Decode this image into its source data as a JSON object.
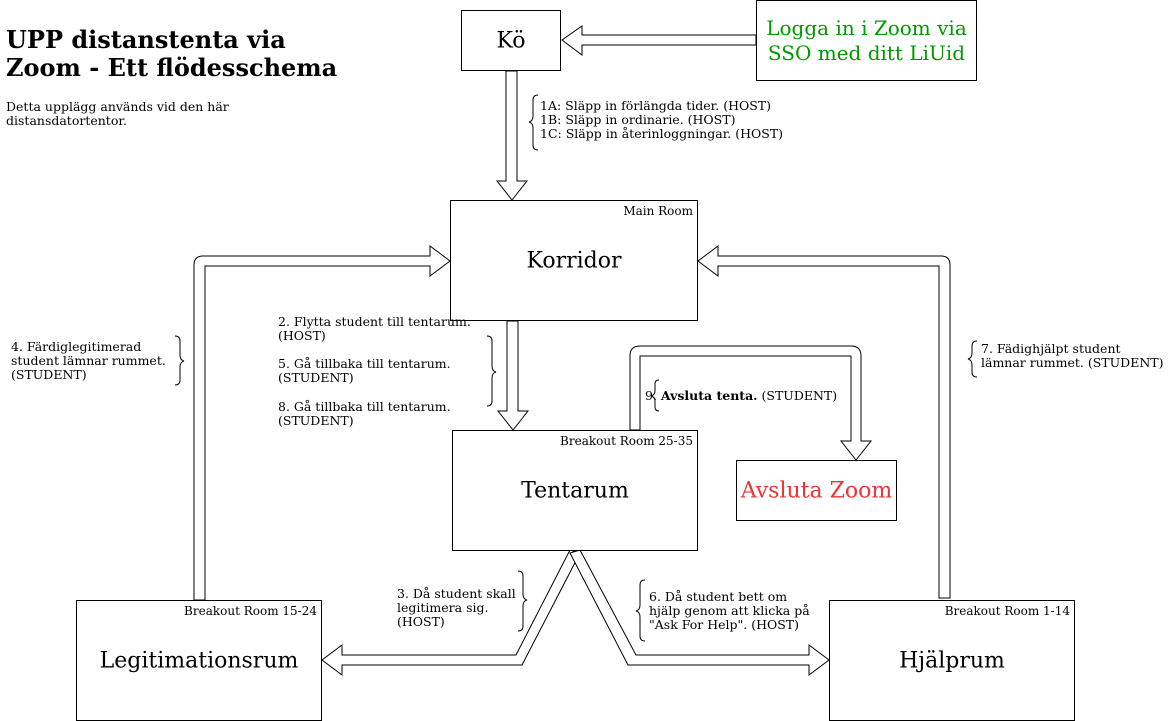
{
  "title": "UPP distanstenta via Zoom - Ett flödesschema",
  "subtitle": "Detta upplägg används vid den här distansdatortentor.",
  "nodes": {
    "ko": "Kö",
    "login": "Logga in i Zoom via SSO med ditt LiUid",
    "korridor": {
      "label": "Korridor",
      "room": "Main Room"
    },
    "tentarum": {
      "label": "Tentarum",
      "room": "Breakout Room 25-35"
    },
    "avsluta_zoom": "Avsluta Zoom",
    "legitimationsrum": {
      "label": "Legitimationsrum",
      "room": "Breakout Room 15-24"
    },
    "hjalprum": {
      "label": "Hjälprum",
      "room": "Breakout Room 1-14"
    }
  },
  "annotations": {
    "release": [
      "1A: Släpp in förlängda tider. (HOST)",
      "1B: Släpp in ordinarie. (HOST)",
      "1C: Släpp in återinloggningar. (HOST)"
    ],
    "to_tentarum": [
      "2. Flytta student till tentarum. (HOST)",
      "5. Gå tillbaka till tentarum. (STUDENT)",
      "8. Gå tillbaka till tentarum. (STUDENT)"
    ],
    "legitimerad": "4. Färdiglegitimerad student lämnar rummet. (STUDENT)",
    "hjalpt": "7. Fädighjälpt student lämnar rummet. (STUDENT)",
    "avsluta_num": "9.",
    "avsluta_bold": "Avsluta tenta.",
    "avsluta_rest": "(STUDENT)",
    "legitimera": "3. Då student skall legitimera sig. (HOST)",
    "hjalp": "6. Då student bett om hjälp genom att klicka på \"Ask For Help\". (HOST)"
  },
  "colors": {
    "login_text": "#009900",
    "avsluta_text": "#ee3333"
  }
}
